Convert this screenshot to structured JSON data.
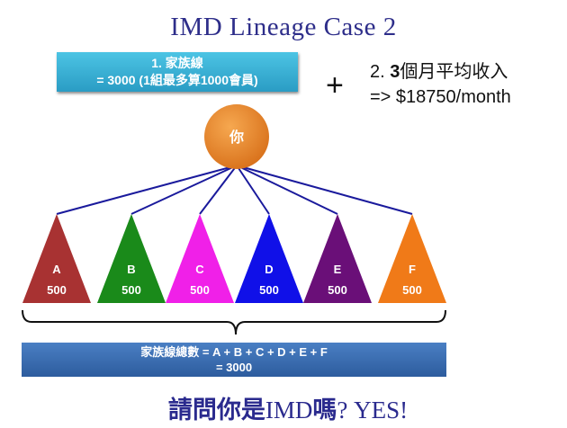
{
  "title": "IMD Lineage Case 2",
  "box1": {
    "line1": "1. 家族線",
    "line2": "= 3000 (1組最多算1000會員)"
  },
  "plus": "+",
  "income": {
    "prefix": "2. ",
    "bold": "3",
    "rest": "個月平均收入",
    "line2": "=> $18750/month"
  },
  "root": {
    "label": "你",
    "color": "#e8872a"
  },
  "line_color": "#1a1a9c",
  "branches": [
    {
      "name": "A",
      "value": "500",
      "color": "#a83232"
    },
    {
      "name": "B",
      "value": "500",
      "color": "#1a8a1a"
    },
    {
      "name": "C",
      "value": "500",
      "color": "#f020e8"
    },
    {
      "name": "D",
      "value": "500",
      "color": "#1010e8"
    },
    {
      "name": "E",
      "value": "500",
      "color": "#6a0f78"
    },
    {
      "name": "F",
      "value": "500",
      "color": "#f07a18"
    }
  ],
  "total": {
    "line1": "家族線總數 = A + B + C + D + E + F",
    "line2": "= 3000"
  },
  "question": {
    "cjk1": "請問你是",
    "latin1": "IMD",
    "cjk2": "嗎",
    "latin2": "? YES!"
  }
}
